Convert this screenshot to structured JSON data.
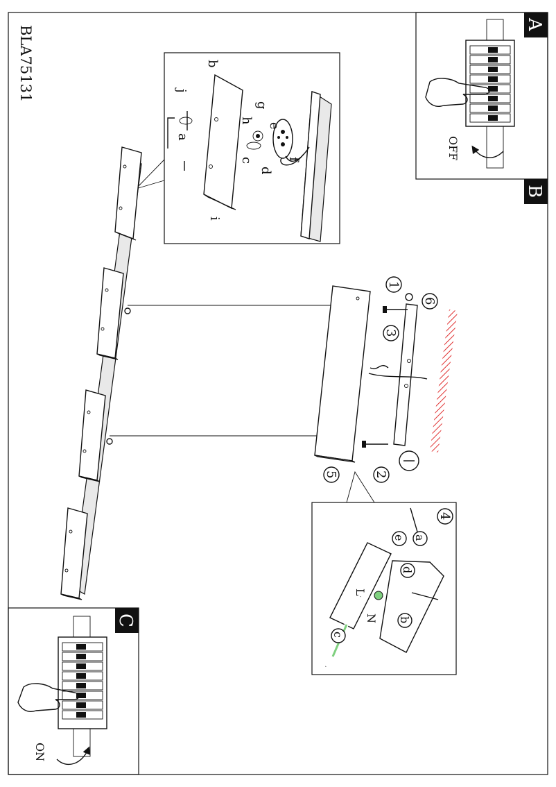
{
  "model_code": "BLA75131",
  "steps": {
    "A": {
      "badge": "A",
      "switch_label": "OFF"
    },
    "B": {
      "badge": "B"
    },
    "C": {
      "badge": "C",
      "switch_label": "ON"
    }
  },
  "detail_top_labels": {
    "a": "a",
    "b": "b",
    "c": "c",
    "d": "d",
    "e": "e",
    "f": "f",
    "g": "g",
    "h": "h",
    "i": "i",
    "j": "j"
  },
  "step_numbers": {
    "n1": "1",
    "n2": "2",
    "n3": "3",
    "n4": "4",
    "n5": "5",
    "n6": "6"
  },
  "detail_wire_labels": {
    "a": "a",
    "b": "b",
    "c": "c",
    "d": "d",
    "e": "e",
    "L": "L",
    "N": "N"
  },
  "colors": {
    "line": "#111111",
    "hatch": "#e03030",
    "highlight": "#7fd07f"
  }
}
